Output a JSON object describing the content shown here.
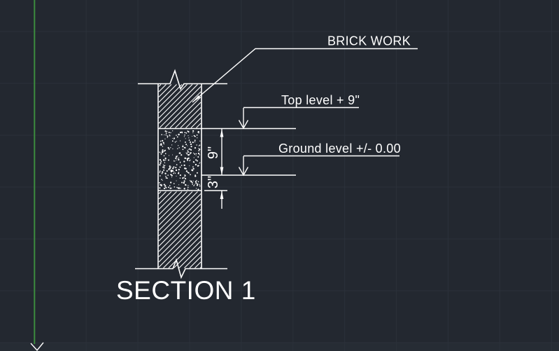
{
  "canvas": {
    "background": "#232830",
    "grid_color": "#2b313a",
    "axis_color": "#3c8c3e",
    "ink_color": "#ffffff"
  },
  "labels": {
    "callout": "BRICK WORK",
    "top_level": "Top level + 9\"",
    "ground_level": "Ground level +/- 0.00",
    "dim_upper": "9\"",
    "dim_lower": "3\"",
    "section_title": "SECTION 1"
  }
}
